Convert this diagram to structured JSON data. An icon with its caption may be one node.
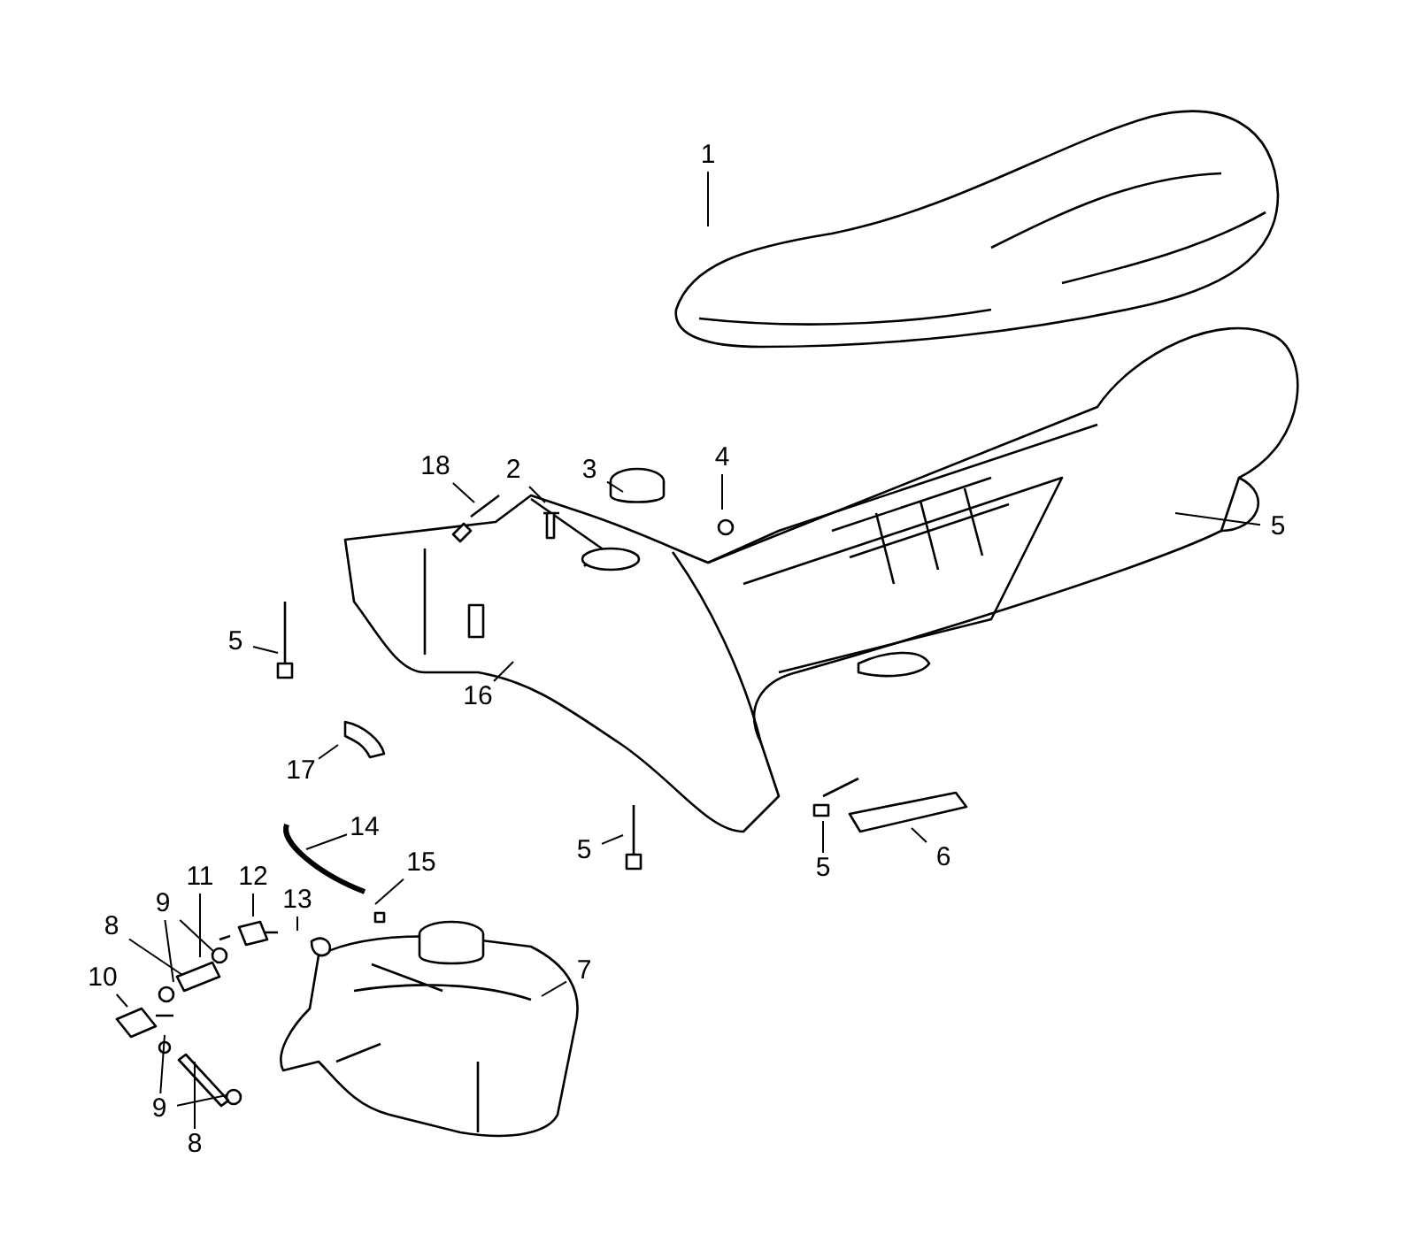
{
  "diagram": {
    "nodes": [
      {
        "text": [
          "1"
        ]
      },
      {
        "text": [
          "2"
        ]
      },
      {
        "text": [
          "3"
        ]
      },
      {
        "text": [
          "4"
        ]
      },
      {
        "text": [
          "18"
        ]
      },
      {
        "text": [
          "5"
        ]
      },
      {
        "text": [
          "5"
        ]
      },
      {
        "text": [
          "16"
        ]
      },
      {
        "text": [
          "17"
        ]
      },
      {
        "text": [
          "5"
        ]
      },
      {
        "text": [
          "5"
        ]
      },
      {
        "text": [
          "6"
        ]
      },
      {
        "text": [
          "14"
        ]
      },
      {
        "text": [
          "15"
        ]
      },
      {
        "text": [
          "12"
        ]
      },
      {
        "text": [
          "11"
        ]
      },
      {
        "text": [
          "9"
        ]
      },
      {
        "text": [
          "13"
        ]
      },
      {
        "text": [
          "8"
        ]
      },
      {
        "text": [
          "7"
        ]
      },
      {
        "text": [
          "10"
        ]
      },
      {
        "text": [
          "9"
        ]
      },
      {
        "text": [
          "8"
        ]
      }
    ],
    "edges": [
      {
        "from": 0,
        "to": null,
        "arrow": "none"
      },
      {
        "from": 1,
        "to": null,
        "arrow": "none"
      },
      {
        "from": 2,
        "to": null,
        "arrow": "none"
      },
      {
        "from": 3,
        "to": null,
        "arrow": "none"
      },
      {
        "from": 4,
        "to": null,
        "arrow": "none"
      },
      {
        "from": 5,
        "to": null,
        "arrow": "none"
      },
      {
        "from": 6,
        "to": null,
        "arrow": "none"
      },
      {
        "from": 7,
        "to": null,
        "arrow": "none"
      },
      {
        "from": 8,
        "to": null,
        "arrow": "none"
      },
      {
        "from": 9,
        "to": null,
        "arrow": "none"
      },
      {
        "from": 10,
        "to": null,
        "arrow": "none"
      },
      {
        "from": 11,
        "to": null,
        "arrow": "none"
      },
      {
        "from": 12,
        "to": null,
        "arrow": "none"
      },
      {
        "from": 13,
        "to": null,
        "arrow": "none"
      },
      {
        "from": 14,
        "to": null,
        "arrow": "none"
      },
      {
        "from": 15,
        "to": null,
        "arrow": "none"
      },
      {
        "from": 16,
        "to": null,
        "arrow": "none"
      },
      {
        "from": 16,
        "to": null,
        "arrow": "none"
      },
      {
        "from": 17,
        "to": null,
        "arrow": "none"
      },
      {
        "from": 18,
        "to": null,
        "arrow": "none"
      },
      {
        "from": 19,
        "to": null,
        "arrow": "none"
      },
      {
        "from": 20,
        "to": null,
        "arrow": "none"
      },
      {
        "from": 21,
        "to": null,
        "arrow": "none"
      },
      {
        "from": 21,
        "to": null,
        "arrow": "none"
      },
      {
        "from": 22,
        "to": null,
        "arrow": "none"
      }
    ]
  }
}
